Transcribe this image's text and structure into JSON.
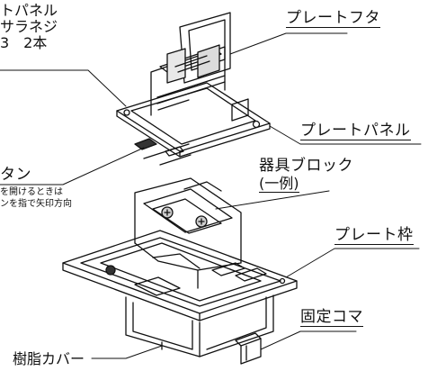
{
  "labels": {
    "top_left_line1": "トパネル",
    "top_left_line2": "サラネジ",
    "top_left_line3": "3　2本",
    "plate_cover": "プレートフタ",
    "plate_panel": "プレートパネル",
    "button": "タン",
    "button_note_line1": "を開けるときは",
    "button_note_line2": "ンを指で矢印方向",
    "device_block_line1": "器具ブロック",
    "device_block_line2": "(一例)",
    "plate_frame": "プレート枠",
    "fixing_piece": "固定コマ",
    "resin_cover": "樹脂カバー"
  }
}
